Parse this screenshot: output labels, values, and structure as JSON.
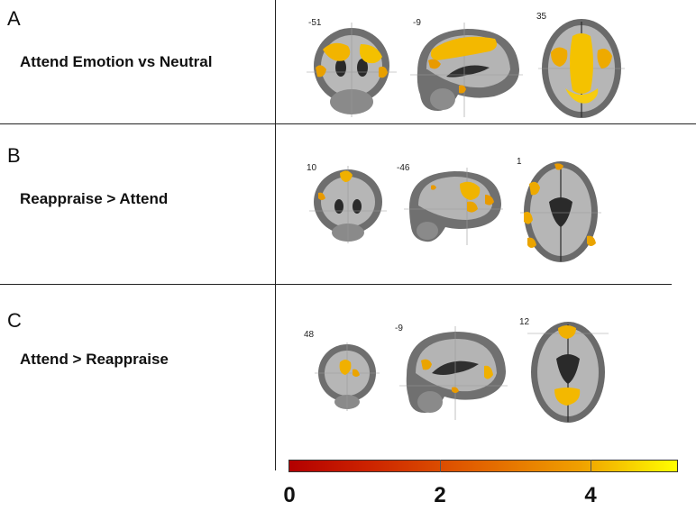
{
  "panels": [
    {
      "letter": "A",
      "title": "Attend Emotion vs Neutral",
      "slices": [
        "-51",
        "-9",
        "35"
      ]
    },
    {
      "letter": "B",
      "title": "Reappraise > Attend",
      "slices": [
        "10",
        "-46",
        "1"
      ]
    },
    {
      "letter": "C",
      "title": "Attend > Reappraise",
      "slices": [
        "48",
        "-9",
        "12"
      ]
    }
  ],
  "colorbar": {
    "labels": [
      "0",
      "2",
      "4"
    ],
    "colors": [
      "#b30000",
      "#e05a00",
      "#f0a000",
      "#ffff00"
    ]
  }
}
